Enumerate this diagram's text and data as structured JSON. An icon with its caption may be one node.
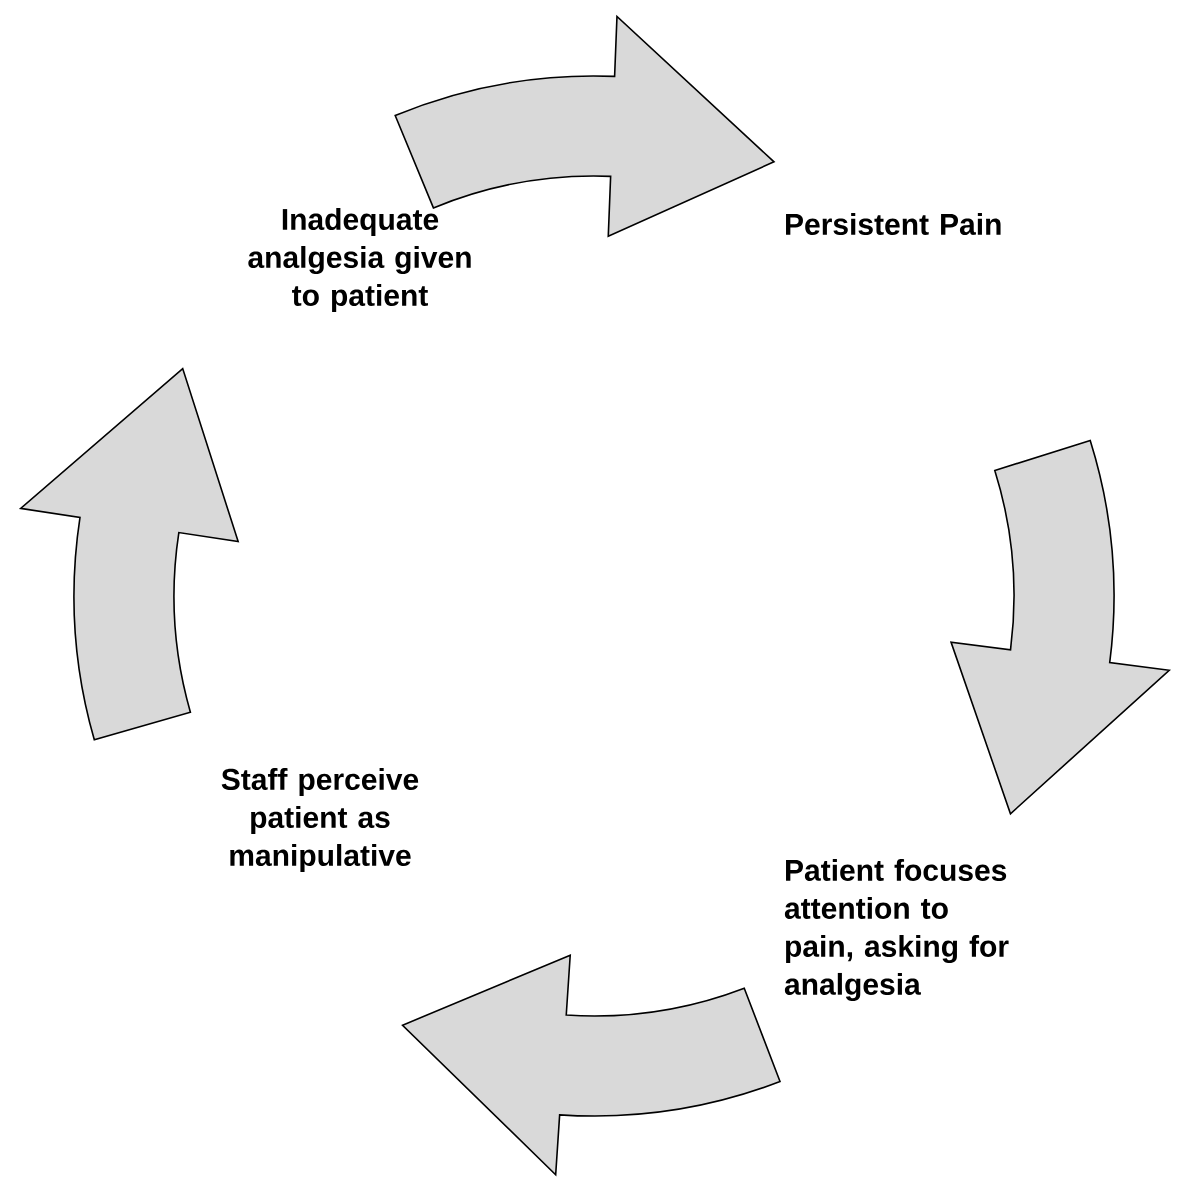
{
  "diagram": {
    "nodes": [
      {
        "text": [
          "Inadequate analgesia given to patient"
        ]
      },
      {
        "text": [
          "Persistent Pain"
        ]
      },
      {
        "text": [
          "Patient focuses attention to pain, asking for analgesia"
        ]
      },
      {
        "text": [
          "Staff perceive patient as manipulative"
        ]
      }
    ],
    "edges": [
      {
        "from": 0,
        "to": 1,
        "arrow": "to"
      },
      {
        "from": 1,
        "to": 2,
        "arrow": "to"
      },
      {
        "from": 2,
        "to": 3,
        "arrow": "to"
      },
      {
        "from": 3,
        "to": 0,
        "arrow": "to"
      }
    ]
  }
}
